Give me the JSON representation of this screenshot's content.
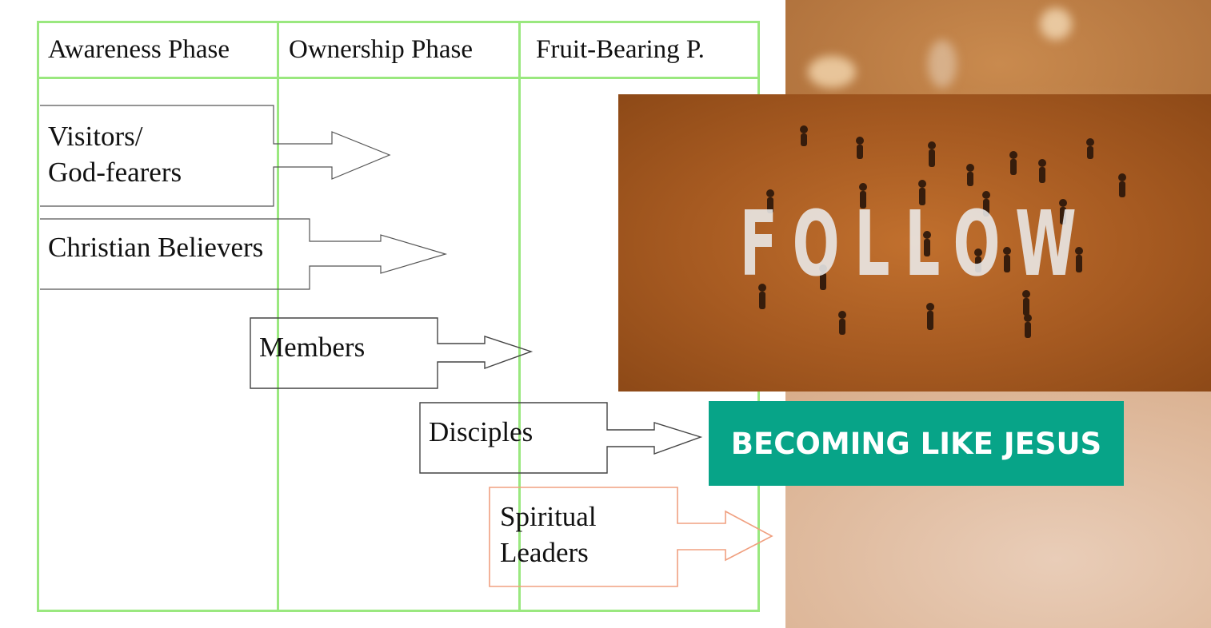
{
  "diagram": {
    "phases": [
      "Awareness Phase",
      "Ownership Phase",
      "Fruit-Bearing P."
    ],
    "stages": [
      {
        "label_lines": [
          "Visitors/",
          "God-fearers"
        ]
      },
      {
        "label_lines": [
          "Christian Believers"
        ]
      },
      {
        "label_lines": [
          "Members"
        ]
      },
      {
        "label_lines": [
          "Disciples"
        ]
      },
      {
        "label_lines": [
          "Spiritual",
          "Leaders"
        ]
      }
    ],
    "colors": {
      "phase_border": "#9ae87f",
      "stage_outline": "#555555",
      "leader_outline": "#f0a080"
    }
  },
  "banner": {
    "title": "FOLLOW",
    "tagline": "BECOMING LIKE JESUS",
    "colors": {
      "background": "#a65a21",
      "tagline_background": "#07a488",
      "tagline_text": "#ffffff"
    }
  }
}
